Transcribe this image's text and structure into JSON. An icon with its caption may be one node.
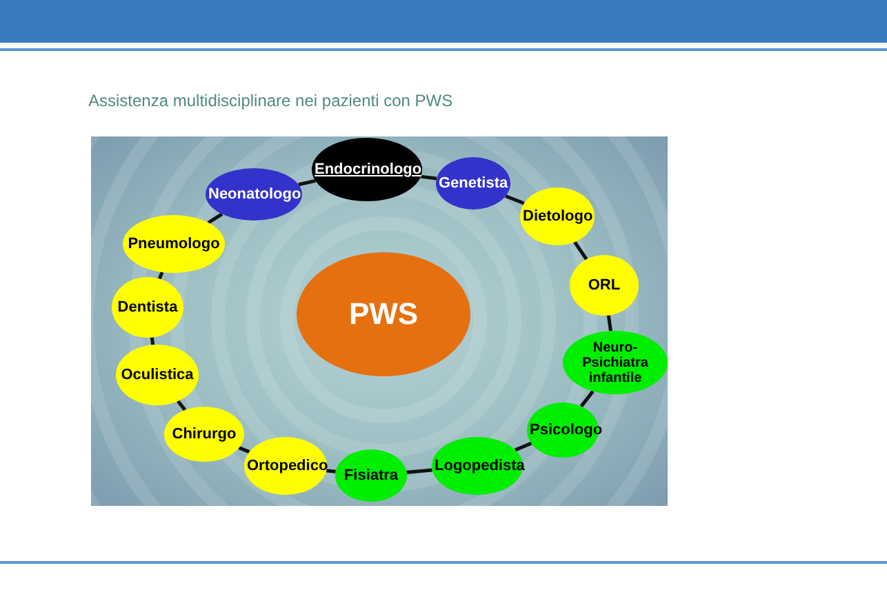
{
  "diagram": {
    "title": "Assistenza multidisciplinare nei pazienti con PWS",
    "nodes": [
      {
        "text": [
          "Endocrinologo"
        ]
      },
      {
        "text": [
          "Genetista"
        ]
      },
      {
        "text": [
          "Neonatologo"
        ]
      },
      {
        "text": [
          "Dietologo"
        ]
      },
      {
        "text": [
          "Pneumologo"
        ]
      },
      {
        "text": [
          "ORL"
        ]
      },
      {
        "text": [
          "Dentista"
        ]
      },
      {
        "text": [
          "PWS"
        ]
      },
      {
        "text": [
          "Neuro-Psichiatra infantile"
        ]
      },
      {
        "text": [
          "Oculistica"
        ]
      },
      {
        "text": [
          "Psicologo"
        ]
      },
      {
        "text": [
          "Chirurgo"
        ]
      },
      {
        "text": [
          "Logopedista"
        ]
      },
      {
        "text": [
          "Ortopedico"
        ]
      },
      {
        "text": [
          "Fisiatra"
        ]
      }
    ],
    "edges": [
      {
        "from": 0,
        "to": 1,
        "arrow": "none"
      },
      {
        "from": 1,
        "to": 3,
        "arrow": "none"
      },
      {
        "from": 3,
        "to": 5,
        "arrow": "none"
      },
      {
        "from": 5,
        "to": 8,
        "arrow": "none"
      },
      {
        "from": 8,
        "to": 10,
        "arrow": "none"
      },
      {
        "from": 10,
        "to": 12,
        "arrow": "none"
      },
      {
        "from": 12,
        "to": 14,
        "arrow": "none"
      },
      {
        "from": 14,
        "to": 13,
        "arrow": "none"
      },
      {
        "from": 13,
        "to": 11,
        "arrow": "none"
      },
      {
        "from": 11,
        "to": 9,
        "arrow": "none"
      },
      {
        "from": 9,
        "to": 6,
        "arrow": "none"
      },
      {
        "from": 6,
        "to": 4,
        "arrow": "none"
      },
      {
        "from": 4,
        "to": 2,
        "arrow": "none"
      },
      {
        "from": 2,
        "to": 0,
        "arrow": "none"
      }
    ]
  }
}
